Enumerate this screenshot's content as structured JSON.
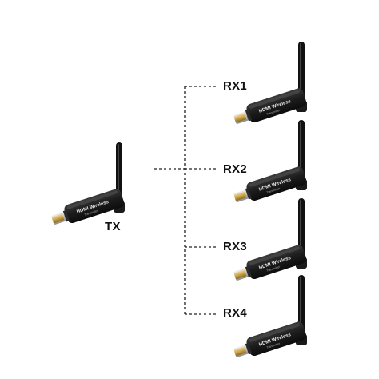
{
  "colors": {
    "background": "#ffffff",
    "device_body": "#1c1c1c",
    "antenna": "#111111",
    "connector_gold": "#c9a24a",
    "connector_silver": "#bdbdbd",
    "line": "#222222"
  },
  "transmitter": {
    "label": "TX",
    "brand_text": "HDMI Wireless",
    "icon": "hdmi-wireless-dongle-icon"
  },
  "receivers": [
    {
      "label": "RX1",
      "brand_text": "HDMI Wireless",
      "icon": "hdmi-wireless-dongle-icon"
    },
    {
      "label": "RX2",
      "brand_text": "HDMI Wireless",
      "icon": "hdmi-wireless-dongle-icon"
    },
    {
      "label": "RX3",
      "brand_text": "HDMI Wireless",
      "icon": "hdmi-wireless-dongle-icon"
    },
    {
      "label": "RX4",
      "brand_text": "HDMI Wireless",
      "icon": "hdmi-wireless-dongle-icon"
    }
  ],
  "connector_style": "dashed"
}
